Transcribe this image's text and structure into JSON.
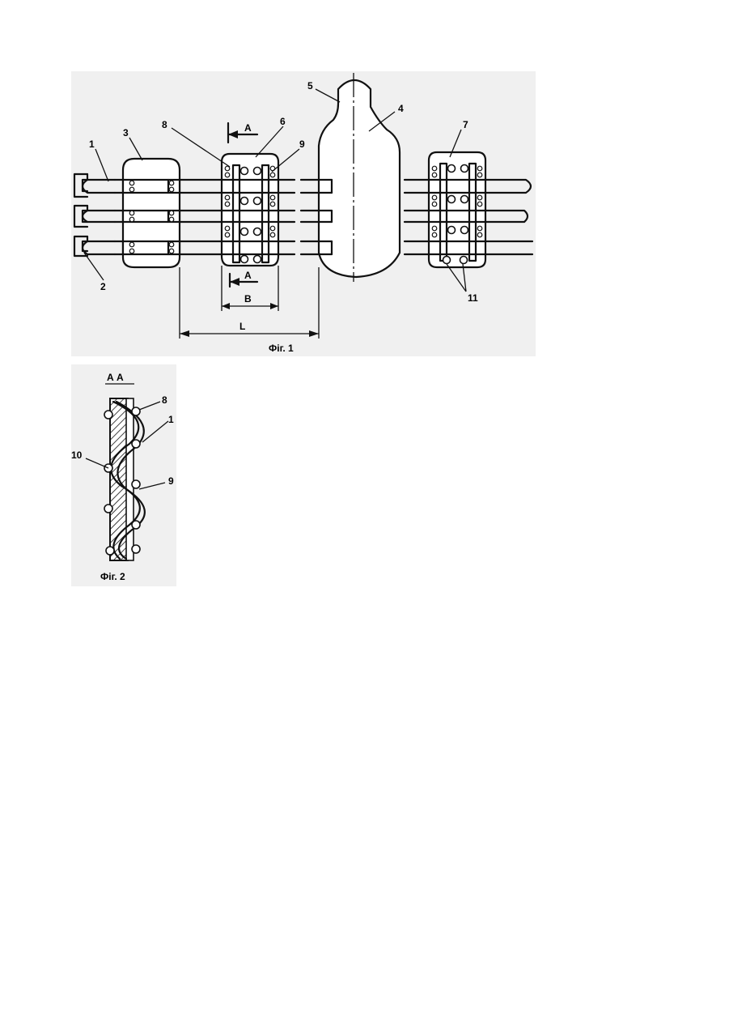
{
  "figure1": {
    "caption": "Фіг. 1",
    "callouts": {
      "c1": "1",
      "c2": "2",
      "c3": "3",
      "c4": "4",
      "c5": "5",
      "c6": "6",
      "c7": "7",
      "c8": "8",
      "c9": "9",
      "c11": "11"
    },
    "section_mark_top": "А",
    "section_mark_bottom": "А",
    "dimension_width": "В",
    "dimension_length": "L"
  },
  "figure2": {
    "caption": "Фіг. 2",
    "section_title": "А А",
    "callouts": {
      "c8": "8",
      "c1": "1",
      "c10": "10",
      "c9": "9"
    }
  },
  "colors": {
    "ink": "#111111",
    "paper": "#ffffff",
    "scan_background": "#f0f0f0"
  }
}
